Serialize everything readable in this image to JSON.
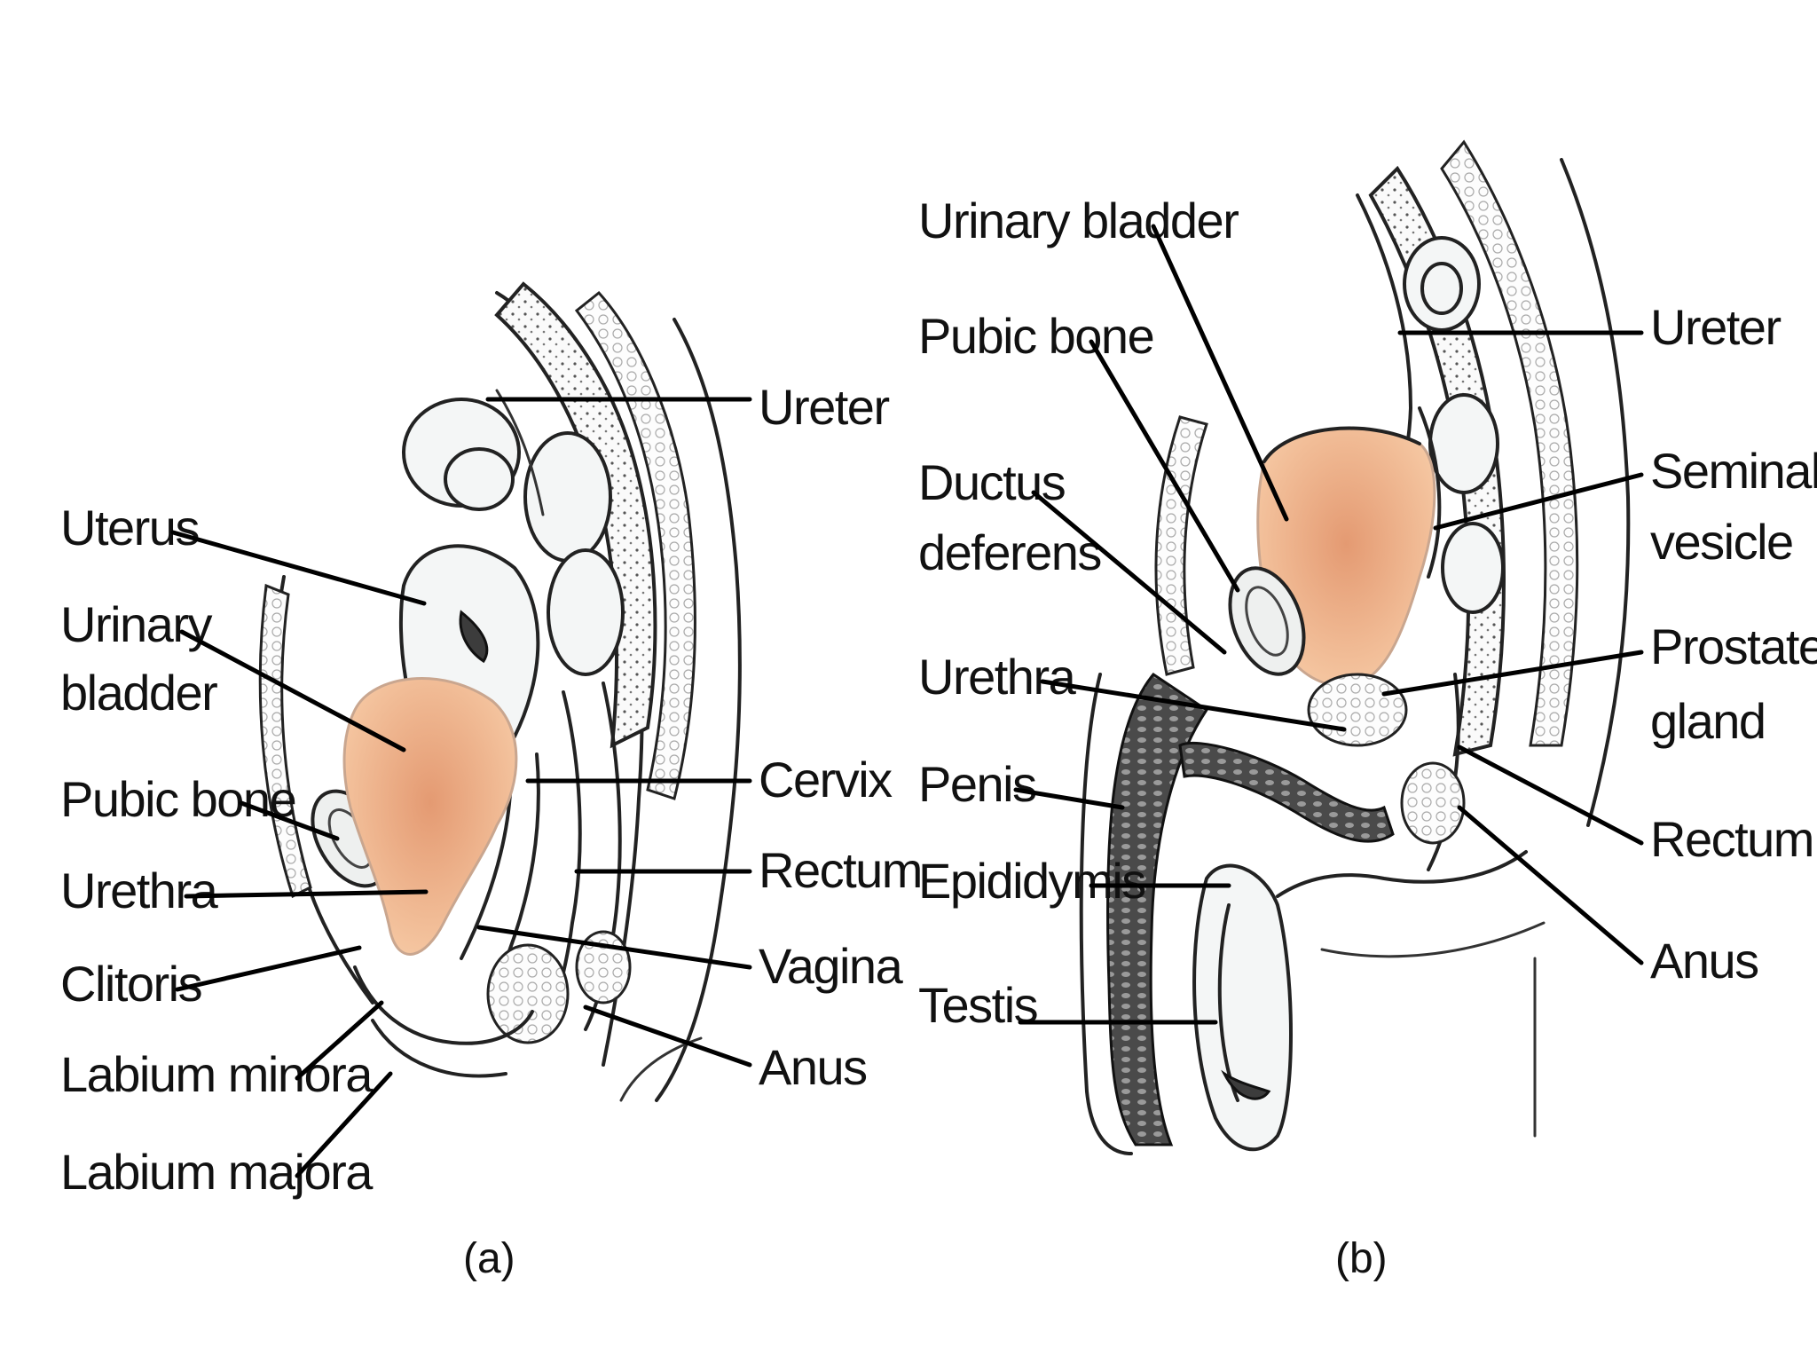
{
  "panels": [
    {
      "id": "a",
      "caption": "(a)",
      "labels": [
        {
          "text": "Ureter"
        },
        {
          "text": "Uterus"
        },
        {
          "text": "Urinary",
          "text2": "bladder"
        },
        {
          "text": "Pubic bone"
        },
        {
          "text": "Urethra"
        },
        {
          "text": "Clitoris"
        },
        {
          "text": "Labium minora"
        },
        {
          "text": "Labium majora"
        },
        {
          "text": "Cervix"
        },
        {
          "text": "Rectum"
        },
        {
          "text": "Vagina"
        },
        {
          "text": "Anus"
        }
      ]
    },
    {
      "id": "b",
      "caption": "(b)",
      "labels": [
        {
          "text": "Urinary bladder"
        },
        {
          "text": "Pubic bone"
        },
        {
          "text": "Ductus",
          "text2": "deferens"
        },
        {
          "text": "Urethra"
        },
        {
          "text": "Penis"
        },
        {
          "text": "Epididymis"
        },
        {
          "text": "Testis"
        },
        {
          "text": "Ureter"
        },
        {
          "text": "Seminal",
          "text2": "vesicle"
        },
        {
          "text": "Prostate",
          "text2": "gland"
        },
        {
          "text": "Rectum"
        },
        {
          "text": "Anus"
        }
      ]
    }
  ],
  "colors": {
    "bladder_light": "#f6c9a4",
    "bladder_dark": "#e49a72",
    "ink": "#222222"
  }
}
